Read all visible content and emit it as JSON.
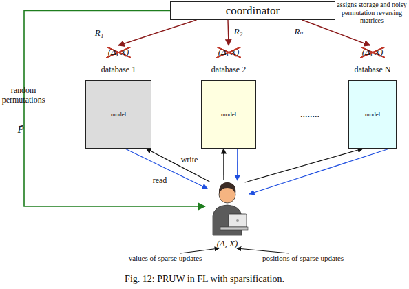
{
  "diagram": {
    "caption": "Fig. 12: PRUW in FL with sparsification.",
    "nodes": [
      {
        "text": [
          "coordinator"
        ]
      },
      {
        "text": [
          "(Δ, X)",
          "database 1",
          "model"
        ]
      },
      {
        "text": [
          "(Δ, X)",
          "database 2",
          "model"
        ]
      },
      {
        "text": [
          "(Δ, X)",
          "database N",
          "model"
        ]
      },
      {
        "text": [
          "(Δ, X)"
        ]
      }
    ],
    "edges": [
      {
        "from": 0,
        "to": 1,
        "label": "R₁",
        "arrow": "to"
      },
      {
        "from": 0,
        "to": 2,
        "label": "R₂",
        "arrow": "to"
      },
      {
        "from": 0,
        "to": 3,
        "label": "Rₙ",
        "arrow": "to"
      },
      {
        "from": 0,
        "to": 4,
        "label": "random permutations",
        "arrow": "to"
      },
      {
        "from": 4,
        "to": 1,
        "label": "write",
        "arrow": "to"
      },
      {
        "from": 1,
        "to": 4,
        "label": "read",
        "arrow": "to"
      },
      {
        "from": 4,
        "to": 2,
        "arrow": "to"
      },
      {
        "from": 2,
        "to": 4,
        "arrow": "to"
      },
      {
        "from": 4,
        "to": 3,
        "arrow": "to"
      },
      {
        "from": 3,
        "to": 4,
        "arrow": "to"
      }
    ],
    "labels": [
      "assigns storage and noisy permutation reversing matrices",
      "........",
      "P̃",
      "values of sparse updates",
      "positions of sparse updates"
    ]
  }
}
